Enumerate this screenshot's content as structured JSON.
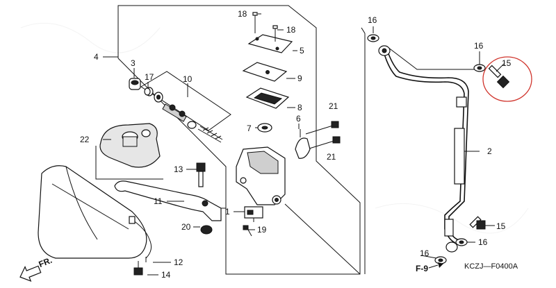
{
  "callouts": {
    "c1": "1",
    "c2": "2",
    "c3": "3",
    "c4": "4",
    "c5": "5",
    "c6": "6",
    "c7": "7",
    "c8": "8",
    "c9": "9",
    "c10": "10",
    "c11": "11",
    "c12": "12",
    "c13": "13",
    "c14": "14",
    "c15a": "15",
    "c15b": "15",
    "c16a": "16",
    "c16b": "16",
    "c16c": "16",
    "c16d": "16",
    "c17": "17",
    "c18a": "18",
    "c18b": "18",
    "c19": "19",
    "c20": "20",
    "c21a": "21",
    "c21b": "21",
    "c22": "22"
  },
  "direction_label": "FR.",
  "ref_label": "F-9",
  "diagram_code": "KCZJ—F0400A",
  "colors": {
    "line": "#111111",
    "highlight": "#d0342c",
    "background": "#ffffff"
  }
}
